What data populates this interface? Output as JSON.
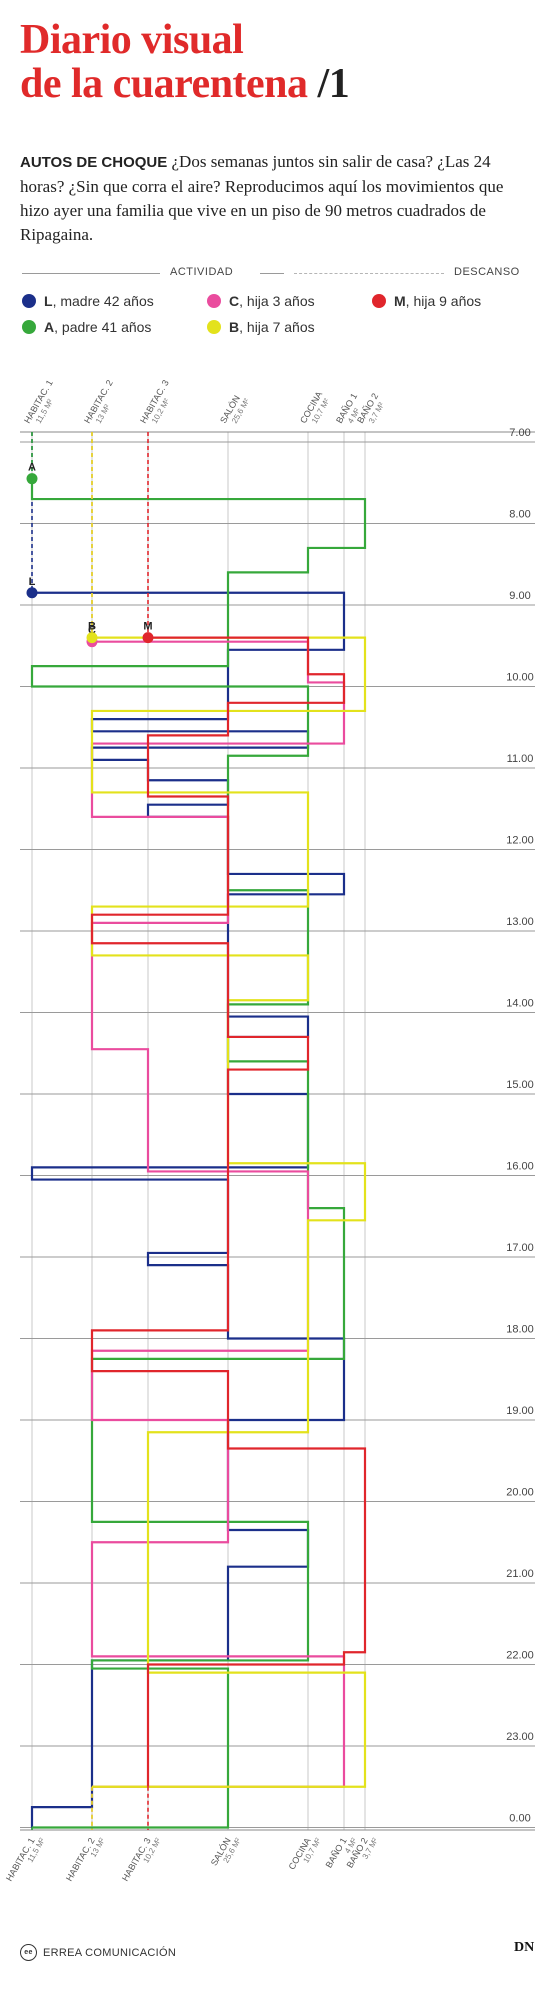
{
  "title": {
    "line1": "Diario visual",
    "line2": "de la cuarentena",
    "sep": "/",
    "number": "1"
  },
  "lead": {
    "kicker": "AUTOS DE CHOQUE",
    "text": " ¿Dos semanas juntos sin salir de casa? ¿Las 24 horas? ¿Sin que corra el aire? Reproducimos aquí los movimientos que hizo ayer una familia que vive en un piso de 90 metros cuadrados de Ripagaina."
  },
  "legend_bar": {
    "activity": "ACTIVIDAD",
    "rest": "DESCANSO"
  },
  "people": [
    {
      "letter": "L",
      "desc": ", madre 42 años",
      "color": "#1b2f8a"
    },
    {
      "letter": "C",
      "desc": ", hija 3 años",
      "color": "#ea4c9e"
    },
    {
      "letter": "M",
      "desc": ", hija 9 años",
      "color": "#e0262c"
    },
    {
      "letter": "A",
      "desc": ", padre 41 años",
      "color": "#36a83b"
    },
    {
      "letter": "B",
      "desc": ", hija 7 años",
      "color": "#e3e21c"
    }
  ],
  "chart_data": {
    "type": "line",
    "x_axis_rooms": [
      {
        "name": "HABITAC. 1",
        "area": "11,5 M²"
      },
      {
        "name": "HABITAC. 2",
        "area": "13 M²"
      },
      {
        "name": "HABITAC. 3",
        "area": "10,2 M²"
      },
      {
        "name": "SALÓN",
        "area": "25,6 M²"
      },
      {
        "name": "COCINA",
        "area": "10,7 M²"
      },
      {
        "name": "BAÑO 1",
        "area": "4 M²"
      },
      {
        "name": "BAÑO 2",
        "area": "3,7 M²"
      }
    ],
    "y_axis_times": [
      "7.00",
      "8.00",
      "9.00",
      "10.00",
      "11.00",
      "12.00",
      "13.00",
      "14.00",
      "15.00",
      "16.00",
      "17.00",
      "18.00",
      "19.00",
      "20.00",
      "21.00",
      "22.00",
      "23.00",
      "0.00"
    ],
    "series": [
      {
        "name": "L",
        "color": "#1b2f8a",
        "points": [
          [
            "8.85",
            "Habitac. 1"
          ],
          [
            "8.85",
            "Baño 1"
          ],
          [
            "9.55",
            "Salón"
          ],
          [
            "10.0",
            "Salón"
          ],
          [
            "10.4",
            "Habitac. 2"
          ],
          [
            "10.55",
            "Cocina"
          ],
          [
            "10.75",
            "Habitac. 2"
          ],
          [
            "10.9",
            "Habitac. 3"
          ],
          [
            "11.15",
            "Salón"
          ],
          [
            "11.45",
            "Habitac. 3"
          ],
          [
            "11.6",
            "Salón"
          ],
          [
            "12.3",
            "Baño 1"
          ],
          [
            "12.55",
            "Salón"
          ],
          [
            "13.45",
            "Salón"
          ],
          [
            "14.05",
            "Cocina"
          ],
          [
            "14.3",
            "Salón"
          ],
          [
            "15.0",
            "Cocina"
          ],
          [
            "15.9",
            "Habitac. 1"
          ],
          [
            "16.05",
            "Salón"
          ],
          [
            "16.95",
            "Habitac. 3"
          ],
          [
            "17.1",
            "Salón"
          ],
          [
            "18.0",
            "Baño 1"
          ],
          [
            "19.0",
            "Salón"
          ],
          [
            "20.2",
            "Salón"
          ],
          [
            "20.35",
            "Cocina"
          ],
          [
            "20.8",
            "Salón"
          ],
          [
            "21.95",
            "Habitac. 2"
          ],
          [
            "23.75",
            "Habitac. 1"
          ],
          [
            "0.0",
            "Habitac. 1"
          ]
        ]
      },
      {
        "name": "A",
        "color": "#36a83b",
        "points": [
          [
            "7.45",
            "Habitac. 1"
          ],
          [
            "7.7",
            "Baño 2"
          ],
          [
            "8.3",
            "Cocina"
          ],
          [
            "8.6",
            "Salón"
          ],
          [
            "9.75",
            "Habitac. 1"
          ],
          [
            "10.0",
            "Cocina"
          ],
          [
            "10.85",
            "Salón"
          ],
          [
            "12.5",
            "Cocina"
          ],
          [
            "13.9",
            "Salón"
          ],
          [
            "14.6",
            "Cocina"
          ],
          [
            "16.4",
            "Baño 1"
          ],
          [
            "18.25",
            "Habitac. 2"
          ],
          [
            "18.95",
            "Habitac. 2"
          ],
          [
            "20.25",
            "Cocina"
          ],
          [
            "21.95",
            "Habitac. 2"
          ],
          [
            "22.05",
            "Salón"
          ],
          [
            "0.0",
            "Habitac. 1"
          ]
        ]
      },
      {
        "name": "C",
        "color": "#ea4c9e",
        "points": [
          [
            "9.45",
            "Habitac. 2"
          ],
          [
            "9.45",
            "Cocina"
          ],
          [
            "9.95",
            "Baño 1"
          ],
          [
            "10.7",
            "Habitac. 2"
          ],
          [
            "11.6",
            "Salón"
          ],
          [
            "12.9",
            "Habitac. 2"
          ],
          [
            "13.5",
            "Habitac. 2"
          ],
          [
            "14.45",
            "Habitac. 3"
          ],
          [
            "15.95",
            "Cocina"
          ],
          [
            "18.15",
            "Habitac. 2"
          ],
          [
            "19.0",
            "Salón"
          ],
          [
            "20.5",
            "Habitac. 2"
          ],
          [
            "21.9",
            "Baño 1"
          ],
          [
            "23.5",
            "Habitac. 2"
          ]
        ]
      },
      {
        "name": "B",
        "color": "#e3e21c",
        "points": [
          [
            "9.4",
            "Habitac. 2"
          ],
          [
            "9.4",
            "Baño 2"
          ],
          [
            "10.3",
            "Habitac. 2"
          ],
          [
            "11.3",
            "Cocina"
          ],
          [
            "12.7",
            "Habitac. 2"
          ],
          [
            "13.3",
            "Cocina"
          ],
          [
            "13.85",
            "Salón"
          ],
          [
            "15.85",
            "Baño 2"
          ],
          [
            "16.55",
            "Cocina"
          ],
          [
            "19.15",
            "Habitac. 3"
          ],
          [
            "22.1",
            "Baño 2"
          ],
          [
            "22.5",
            "Baño 2"
          ],
          [
            "23.5",
            "Habitac. 2"
          ]
        ]
      },
      {
        "name": "M",
        "color": "#e0262c",
        "points": [
          [
            "9.4",
            "Habitac. 3"
          ],
          [
            "9.4",
            "Cocina"
          ],
          [
            "9.85",
            "Baño 1"
          ],
          [
            "10.2",
            "Salón"
          ],
          [
            "10.6",
            "Habitac. 3"
          ],
          [
            "11.35",
            "Salón"
          ],
          [
            "12.8",
            "Habitac. 2"
          ],
          [
            "13.15",
            "Salón"
          ],
          [
            "14.3",
            "Cocina"
          ],
          [
            "14.7",
            "Salón"
          ],
          [
            "16.75",
            "Salón"
          ],
          [
            "17.9",
            "Habitac. 2"
          ],
          [
            "18.4",
            "Salón"
          ],
          [
            "19.35",
            "Baño 2"
          ],
          [
            "21.85",
            "Baño 1"
          ],
          [
            "22.0",
            "Habitac. 3"
          ],
          [
            "23.5",
            "Habitac. 3"
          ]
        ]
      }
    ],
    "start_labels": [
      "A",
      "L",
      "C",
      "B",
      "M"
    ],
    "legend": "top-left"
  },
  "footer": {
    "credit": "ERREA COMUNICACIÓN",
    "logo": "ee",
    "brand": "DN"
  }
}
